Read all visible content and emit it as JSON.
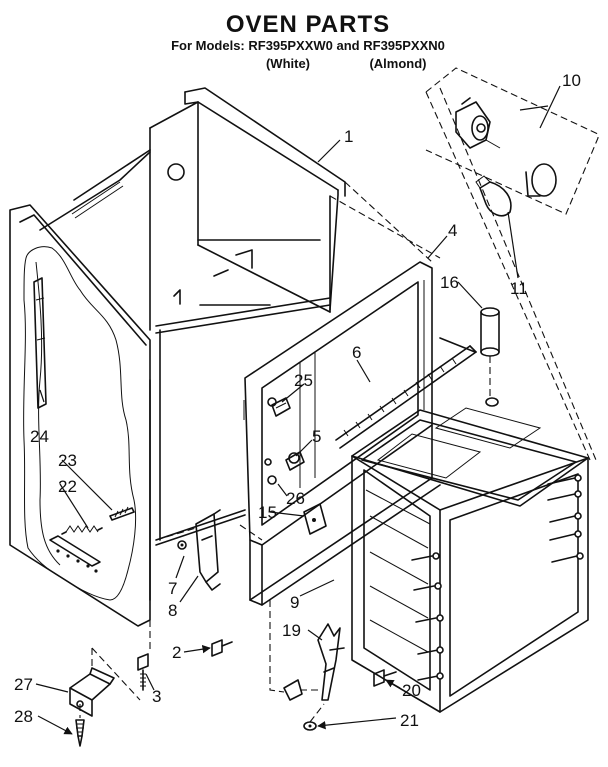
{
  "header": {
    "title": "OVEN PARTS",
    "models_line": "For Models: RF395PXXW0 and RF395PXXN0",
    "variant_white": "(White)",
    "variant_almond": "(Almond)"
  },
  "callouts": [
    "1",
    "2",
    "3",
    "4",
    "5",
    "6",
    "7",
    "8",
    "9",
    "10",
    "11",
    "15",
    "16",
    "19",
    "20",
    "21",
    "22",
    "23",
    "24",
    "25",
    "26",
    "27",
    "28"
  ]
}
